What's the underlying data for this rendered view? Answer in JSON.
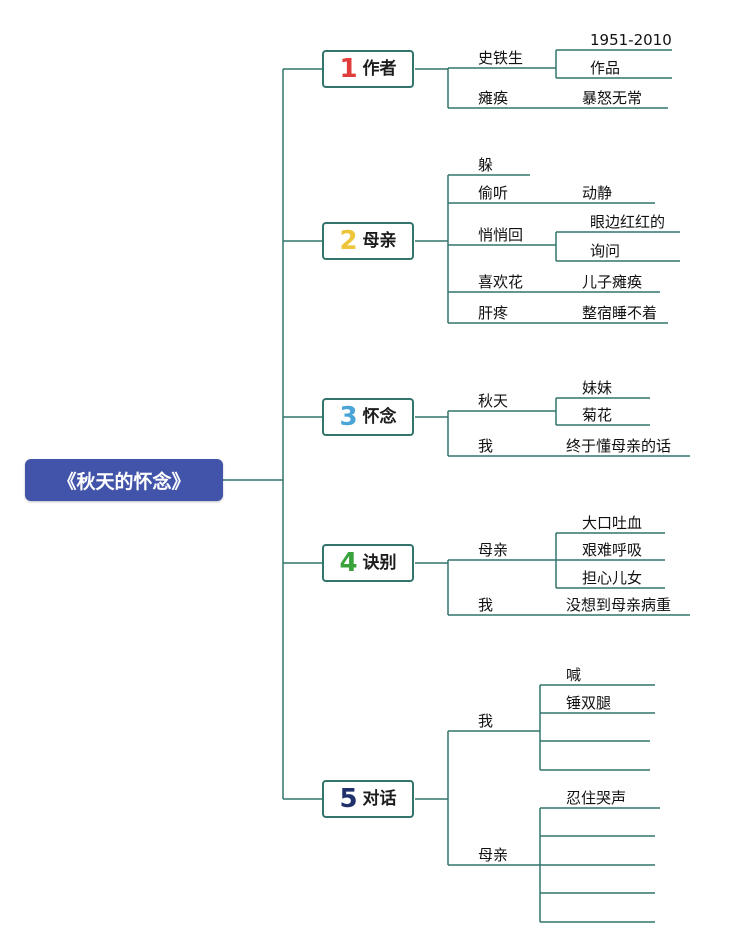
{
  "root": {
    "title": "《秋天的怀念》"
  },
  "colors": {
    "root_bg": "#4254a9",
    "line": "#31756b",
    "number_1": "#e03c3c",
    "number_2": "#eec43a",
    "number_3": "#4aa4d8",
    "number_4": "#3aa23a",
    "number_5": "#20306b"
  },
  "branches": [
    {
      "number": "1",
      "label": "作者",
      "children": [
        {
          "label": "史铁生",
          "children": [
            {
              "label": "1951-2010"
            },
            {
              "label": "作品"
            }
          ]
        },
        {
          "label": "瘫痪",
          "children": [
            {
              "label": "暴怒无常"
            }
          ]
        }
      ]
    },
    {
      "number": "2",
      "label": "母亲",
      "children": [
        {
          "label": "躲",
          "children": []
        },
        {
          "label": "偷听",
          "children": [
            {
              "label": "动静"
            }
          ]
        },
        {
          "label": "悄悄回",
          "children": [
            {
              "label": "眼边红红的"
            },
            {
              "label": "询问"
            }
          ]
        },
        {
          "label": "喜欢花",
          "children": [
            {
              "label": "儿子瘫痪"
            }
          ]
        },
        {
          "label": "肝疼",
          "children": [
            {
              "label": "整宿睡不着"
            }
          ]
        }
      ]
    },
    {
      "number": "3",
      "label": "怀念",
      "children": [
        {
          "label": "秋天",
          "children": [
            {
              "label": "妹妹"
            },
            {
              "label": "菊花"
            }
          ]
        },
        {
          "label": "我",
          "children": [
            {
              "label": "终于懂母亲的话"
            }
          ]
        }
      ]
    },
    {
      "number": "4",
      "label": "诀别",
      "children": [
        {
          "label": "母亲",
          "children": [
            {
              "label": "大口吐血"
            },
            {
              "label": "艰难呼吸"
            },
            {
              "label": "担心儿女"
            }
          ]
        },
        {
          "label": "我",
          "children": [
            {
              "label": "没想到母亲病重"
            }
          ]
        }
      ]
    },
    {
      "number": "5",
      "label": "对话",
      "children": [
        {
          "label": "我",
          "children": [
            {
              "label": "喊"
            },
            {
              "label": "锤双腿"
            },
            {
              "label": ""
            },
            {
              "label": ""
            }
          ]
        },
        {
          "label": "母亲",
          "children": [
            {
              "label": "忍住哭声"
            },
            {
              "label": ""
            },
            {
              "label": ""
            },
            {
              "label": ""
            },
            {
              "label": ""
            }
          ]
        }
      ]
    }
  ]
}
